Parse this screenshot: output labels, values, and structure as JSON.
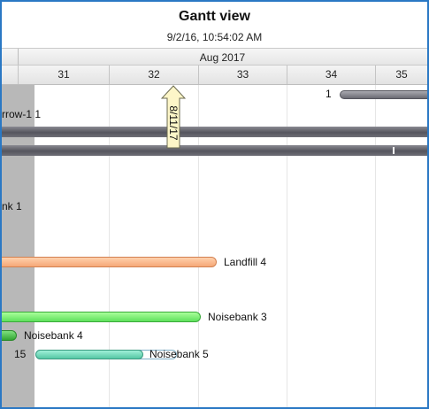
{
  "header": {
    "title": "Gantt view",
    "timestamp": "9/2/16, 10:54:02 AM"
  },
  "timeline": {
    "month": "Aug 2017",
    "weeks": [
      "31",
      "32",
      "33",
      "34",
      "35"
    ]
  },
  "date_marker": {
    "label": "8/11/17",
    "icon": "up-arrow-icon"
  },
  "rows": {
    "row1_count": "1",
    "row2_label": "rrow-1 1",
    "row3_label": "nk 1",
    "landfill_label": "Landfill 4",
    "noisebank3_label": "Noisebank 3",
    "noisebank4_label": "Noisebank 4",
    "noisebank5_count": "15",
    "noisebank5_label": "Noisebank 5"
  },
  "colors": {
    "frame_border": "#2a78c4",
    "orange_bar": "#f6a877",
    "green_bar": "#5ee05c",
    "teal_bar": "#56c7a4",
    "dark_bar": "#55555e"
  }
}
